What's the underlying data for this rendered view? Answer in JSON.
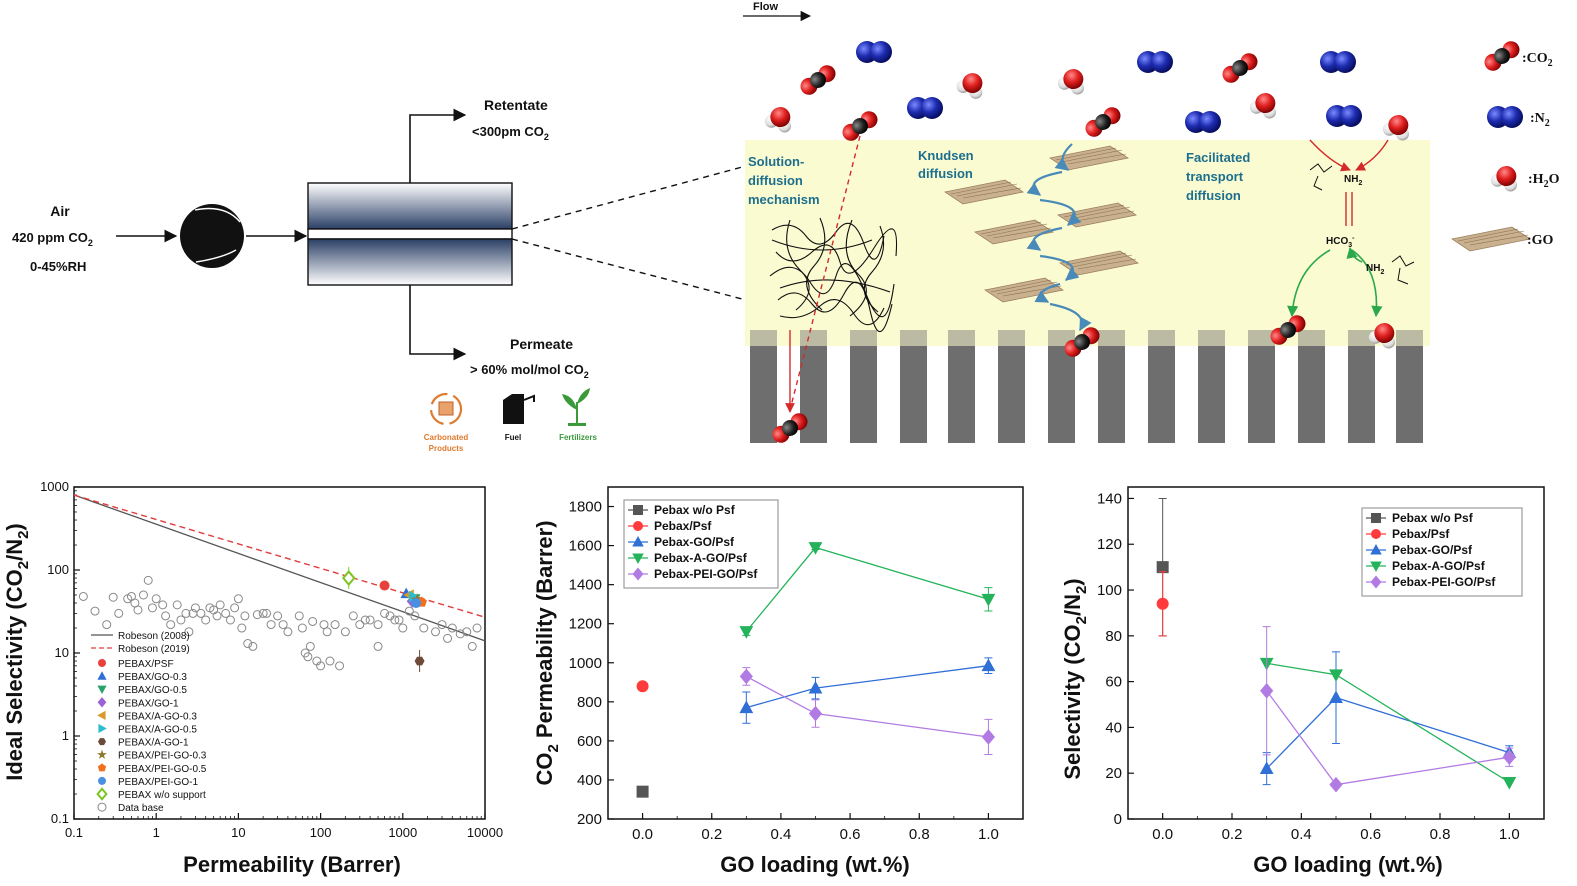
{
  "process": {
    "inlet": {
      "title": "Air",
      "line1": "420 ppm CO",
      "line1_sub": "2",
      "line2": "0-45%RH"
    },
    "retentate": {
      "title": "Retentate",
      "line": "<300pm CO",
      "sub": "2"
    },
    "permeate": {
      "title": "Permeate",
      "line": "> 60% mol/mol CO",
      "sub": "2"
    },
    "products": [
      {
        "icon": "recycle-box-icon",
        "label_lines": [
          "Carbonated",
          "Products"
        ],
        "color": "#e07b2e"
      },
      {
        "icon": "fuel-can-icon",
        "label_lines": [
          "Fuel"
        ],
        "color": "#111111"
      },
      {
        "icon": "plant-icon",
        "label_lines": [
          "Fertilizers"
        ],
        "color": "#3a9a3a"
      }
    ]
  },
  "mechanism": {
    "flow_label": "Flow",
    "labels": [
      [
        "Solution-",
        "diffusion",
        "mechanism"
      ],
      [
        "Knudsen",
        "diffusion"
      ],
      [
        "Facilitated",
        "transport",
        "diffusion"
      ]
    ],
    "chem": {
      "nh2": "NH",
      "nh2_sub": "2",
      "hco3": "HCO",
      "hco3_sub": "3",
      "hco3_sup": "-"
    },
    "legend": [
      {
        "icon": "co2-molecule-icon",
        "text": ":CO",
        "sub": "2"
      },
      {
        "icon": "n2-molecule-icon",
        "text": ":N",
        "sub": "2"
      },
      {
        "icon": "h2o-molecule-icon",
        "text": ":H",
        "sub": "2",
        "tail": "O"
      },
      {
        "icon": "go-sheet-icon",
        "text": ":GO",
        "sub": "",
        "tail": ""
      }
    ],
    "colors": {
      "co2": "#e01f1f",
      "n2": "#1d2cb0",
      "membrane": "#fbfbd2",
      "support": "#6e6e6e"
    }
  },
  "chart_data": [
    {
      "type": "scatter",
      "xlabel": "Permeability (Barrer)",
      "ylabel": "Ideal Selectivity (CO2/N2)",
      "xscale": "log",
      "yscale": "log",
      "xlim": [
        0.1,
        10000
      ],
      "ylim": [
        0.1,
        1000
      ],
      "xticks": [
        "0.1",
        "1",
        "10",
        "100",
        "1000",
        "10000"
      ],
      "yticks": [
        "0.1",
        "1",
        "10",
        "100",
        "1000"
      ],
      "lines": [
        {
          "name": "Robeson (2008)",
          "style": "solid",
          "color": "#555555",
          "points": [
            [
              0.1,
              800
            ],
            [
              10000,
              14
            ]
          ]
        },
        {
          "name": "Robeson (2019)",
          "style": "dashed",
          "color": "#e33b3b",
          "points": [
            [
              0.1,
              800
            ],
            [
              10000,
              27
            ]
          ]
        }
      ],
      "series": [
        {
          "name": "PEBAX/PSF",
          "marker": "circle",
          "color": "#e8413c",
          "points": [
            [
              600,
              65
            ]
          ]
        },
        {
          "name": "PEBAX/GO-0.3",
          "marker": "triangle-up",
          "color": "#2f6fd6",
          "points": [
            [
              1100,
              52
            ]
          ]
        },
        {
          "name": "PEBAX/GO-0.5",
          "marker": "triangle-down",
          "color": "#2aa36a",
          "points": [
            [
              1400,
              45
            ]
          ]
        },
        {
          "name": "PEBAX/GO-1",
          "marker": "diamond",
          "color": "#9a62d4",
          "points": [
            [
              1300,
              42
            ]
          ]
        },
        {
          "name": "PEBAX/A-GO-0.3",
          "marker": "triangle-left",
          "color": "#d89a2a",
          "points": [
            [
              1200,
              50
            ]
          ]
        },
        {
          "name": "PEBAX/A-GO-0.5",
          "marker": "triangle-right",
          "color": "#2bbdcd",
          "points": [
            [
              1350,
              48
            ]
          ]
        },
        {
          "name": "PEBAX/A-GO-1",
          "marker": "hexagon",
          "color": "#6e4a3a",
          "points": [
            [
              1600,
              8
            ]
          ]
        },
        {
          "name": "PEBAX/PEI-GO-0.3",
          "marker": "star",
          "color": "#8a7a2a",
          "points": [
            [
              1500,
              44
            ]
          ]
        },
        {
          "name": "PEBAX/PEI-GO-0.5",
          "marker": "pentagon",
          "color": "#f07020",
          "points": [
            [
              1700,
              41
            ]
          ]
        },
        {
          "name": "PEBAX/PEI-GO-1",
          "marker": "ball",
          "color": "#4a90e2",
          "points": [
            [
              1450,
              40
            ]
          ]
        },
        {
          "name": "PEBAX w/o support",
          "marker": "half-diamond",
          "color": "#7cc520",
          "points": [
            [
              220,
              80
            ]
          ]
        },
        {
          "name": "Data base",
          "marker": "open-circle",
          "color": "#888888",
          "points": [
            [
              0.13,
              48
            ],
            [
              0.18,
              32
            ],
            [
              0.25,
              22
            ],
            [
              0.3,
              47
            ],
            [
              0.35,
              30
            ],
            [
              0.45,
              45
            ],
            [
              0.5,
              48
            ],
            [
              0.55,
              40
            ],
            [
              0.6,
              33
            ],
            [
              0.7,
              50
            ],
            [
              0.8,
              75
            ],
            [
              0.9,
              35
            ],
            [
              1.0,
              45
            ],
            [
              1.2,
              38
            ],
            [
              1.3,
              28
            ],
            [
              1.5,
              22
            ],
            [
              1.8,
              38
            ],
            [
              2.0,
              25
            ],
            [
              2.3,
              30
            ],
            [
              2.5,
              18
            ],
            [
              2.8,
              30
            ],
            [
              3.0,
              35
            ],
            [
              3.5,
              30
            ],
            [
              4.0,
              25
            ],
            [
              4.5,
              35
            ],
            [
              5.0,
              33
            ],
            [
              5.5,
              28
            ],
            [
              6.0,
              38
            ],
            [
              7.0,
              30
            ],
            [
              8.0,
              25
            ],
            [
              9.0,
              35
            ],
            [
              10,
              45
            ],
            [
              11,
              20
            ],
            [
              12,
              28
            ],
            [
              13,
              13
            ],
            [
              15,
              12
            ],
            [
              17,
              29
            ],
            [
              20,
              30
            ],
            [
              22,
              30
            ],
            [
              25,
              22
            ],
            [
              30,
              28
            ],
            [
              35,
              22
            ],
            [
              40,
              18
            ],
            [
              55,
              28
            ],
            [
              60,
              20
            ],
            [
              65,
              10
            ],
            [
              70,
              9
            ],
            [
              75,
              12
            ],
            [
              80,
              24
            ],
            [
              90,
              8
            ],
            [
              100,
              7
            ],
            [
              110,
              22
            ],
            [
              120,
              18
            ],
            [
              130,
              8
            ],
            [
              150,
              22
            ],
            [
              170,
              7
            ],
            [
              200,
              18
            ],
            [
              250,
              28
            ],
            [
              300,
              22
            ],
            [
              350,
              25
            ],
            [
              400,
              25
            ],
            [
              500,
              12
            ],
            [
              500,
              22
            ],
            [
              600,
              30
            ],
            [
              700,
              28
            ],
            [
              800,
              25
            ],
            [
              900,
              25
            ],
            [
              1000,
              20
            ],
            [
              1200,
              32
            ],
            [
              1400,
              28
            ],
            [
              1800,
              20
            ],
            [
              2500,
              18
            ],
            [
              3000,
              22
            ],
            [
              3500,
              15
            ],
            [
              4000,
              20
            ],
            [
              5000,
              17
            ],
            [
              6000,
              18
            ],
            [
              7000,
              12
            ],
            [
              8000,
              20
            ]
          ]
        }
      ]
    },
    {
      "type": "line",
      "xlabel": "GO loading (wt.%)",
      "ylabel": "CO2 Permeability (Barrer)",
      "xlim": [
        -0.1,
        1.1
      ],
      "ylim": [
        200,
        1900
      ],
      "xticks": [
        "0.0",
        "0.2",
        "0.4",
        "0.6",
        "0.8",
        "1.0"
      ],
      "yticks": [
        "200",
        "400",
        "600",
        "800",
        "1000",
        "1200",
        "1400",
        "1600",
        "1800"
      ],
      "legend": "top-left",
      "series": [
        {
          "name": "Pebax w/o Psf",
          "marker": "square",
          "color": "#555555",
          "line": false,
          "x": [
            0.0
          ],
          "y": [
            340
          ],
          "err": [
            0
          ]
        },
        {
          "name": "Pebax/Psf",
          "marker": "circle",
          "color": "#ff3b3b",
          "line": false,
          "x": [
            0.0
          ],
          "y": [
            880
          ],
          "err": [
            0
          ]
        },
        {
          "name": "Pebax-GO/Psf",
          "marker": "triangle-up",
          "color": "#2f6fd6",
          "line": true,
          "x": [
            0.3,
            0.5,
            1.0
          ],
          "y": [
            770,
            870,
            985
          ],
          "err": [
            80,
            55,
            40
          ]
        },
        {
          "name": "Pebax-A-GO/Psf",
          "marker": "triangle-down",
          "color": "#24b35a",
          "line": true,
          "x": [
            0.3,
            0.5,
            1.0
          ],
          "y": [
            1160,
            1590,
            1325
          ],
          "err": [
            20,
            10,
            60
          ]
        },
        {
          "name": "Pebax-PEI-GO/Psf",
          "marker": "diamond",
          "color": "#b27be3",
          "line": true,
          "x": [
            0.3,
            0.5,
            1.0
          ],
          "y": [
            930,
            740,
            620
          ],
          "err": [
            45,
            70,
            90
          ]
        }
      ]
    },
    {
      "type": "line",
      "xlabel": "GO loading (wt.%)",
      "ylabel": "Selectivity (CO2/N2)",
      "xlim": [
        -0.1,
        1.1
      ],
      "ylim": [
        0,
        145
      ],
      "xticks": [
        "0.0",
        "0.2",
        "0.4",
        "0.6",
        "0.8",
        "1.0"
      ],
      "yticks": [
        "0",
        "20",
        "40",
        "60",
        "80",
        "100",
        "120",
        "140"
      ],
      "legend": "top-right",
      "series": [
        {
          "name": "Pebax w/o Psf",
          "marker": "square",
          "color": "#555555",
          "line": false,
          "x": [
            0.0
          ],
          "y": [
            110
          ],
          "err": [
            30
          ]
        },
        {
          "name": "Pebax/Psf",
          "marker": "circle",
          "color": "#ff3b3b",
          "line": false,
          "x": [
            0.0
          ],
          "y": [
            94
          ],
          "err": [
            14
          ]
        },
        {
          "name": "Pebax-GO/Psf",
          "marker": "triangle-up",
          "color": "#2f6fd6",
          "line": true,
          "x": [
            0.3,
            0.5,
            1.0
          ],
          "y": [
            22,
            53,
            29
          ],
          "err": [
            7,
            20,
            3
          ]
        },
        {
          "name": "Pebax-A-GO/Psf",
          "marker": "triangle-down",
          "color": "#24b35a",
          "line": true,
          "x": [
            0.3,
            0.5,
            1.0
          ],
          "y": [
            68,
            63,
            16
          ],
          "err": [
            0,
            0,
            0
          ]
        },
        {
          "name": "Pebax-PEI-GO/Psf",
          "marker": "diamond",
          "color": "#b27be3",
          "line": true,
          "x": [
            0.3,
            0.5,
            1.0
          ],
          "y": [
            56,
            15,
            27
          ],
          "err": [
            28,
            0,
            4
          ]
        }
      ]
    }
  ]
}
